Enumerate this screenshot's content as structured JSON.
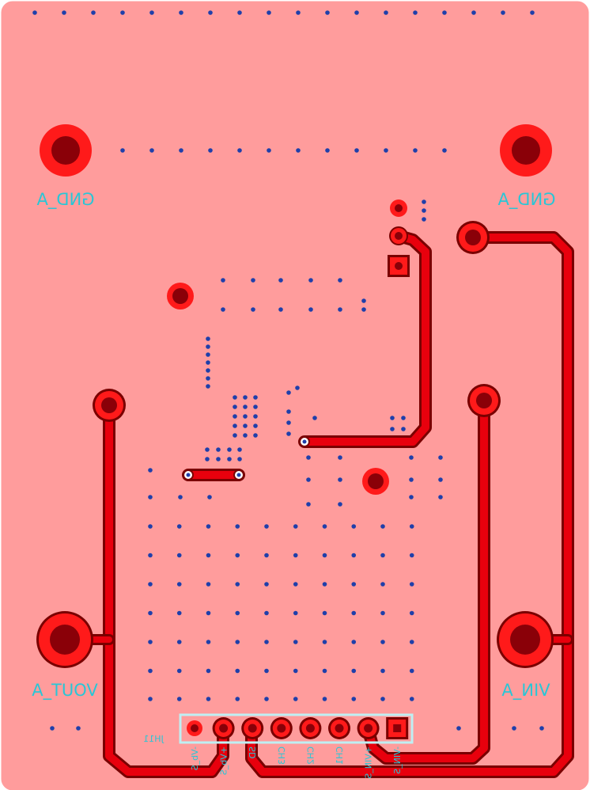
{
  "board": {
    "copper_fill_color": "#ff9c9c",
    "trace_color": "#e8000d",
    "trace_outline_color": "#7a0000",
    "pad_ring_color": "#ff1a1a",
    "pad_hole_color": "#8a0008",
    "via_color": "#1f3faa",
    "silkscreen_color": "#29c6d6"
  },
  "labels": {
    "gnd_left": "GND_A",
    "gnd_right": "GND_A",
    "vout": "VOUT_A",
    "vin": "VIN_A",
    "connector_ref": "JH11"
  },
  "connector": {
    "pins": [
      {
        "name": "-Vb_S"
      },
      {
        "name": "+Vb_S"
      },
      {
        "name": "SD"
      },
      {
        "name": "CH3"
      },
      {
        "name": "CH2"
      },
      {
        "name": "CH1"
      },
      {
        "name": "+VIN_S"
      },
      {
        "name": "-VIN_S"
      }
    ]
  }
}
